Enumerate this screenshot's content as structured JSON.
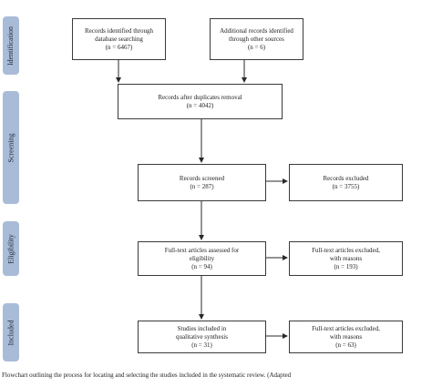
{
  "stages": {
    "identification": "Identification",
    "screening": "Screening",
    "eligibility": "Eligibility",
    "included": "Included"
  },
  "boxes": {
    "database": {
      "line1": "Records identified through",
      "line2": "database searching",
      "line3": "(n = 6467)"
    },
    "other_sources": {
      "line1": "Additional records identified",
      "line2": "through other sources",
      "line3": "(n = 6)"
    },
    "after_duplicates": {
      "line1": "Records after duplicates removal",
      "line2": "(n = 4042)"
    },
    "screened": {
      "line1": "Records screened",
      "line2": "(n = 287)"
    },
    "excluded": {
      "line1": "Records excluded",
      "line2": "(n = 3755)"
    },
    "fulltext_assessed": {
      "line1": "Full-text articles assessed for",
      "line2": "eligibility",
      "line3": "(n = 94)"
    },
    "fulltext_excluded_1": {
      "line1": "Full-text articles excluded,",
      "line2": "with reasons",
      "line3": "(n = 193)"
    },
    "included_studies": {
      "line1": "Studies included in",
      "line2": "qualitative synthesis",
      "line3": "(n = 31)"
    },
    "fulltext_excluded_2": {
      "line1": "Full-text articles excluded,",
      "line2": "with reasons",
      "line3": "(n = 63)"
    }
  },
  "caption": "Flowchart outlining the process for locating and selecting the studies included in the systematic review. (Adapted"
}
